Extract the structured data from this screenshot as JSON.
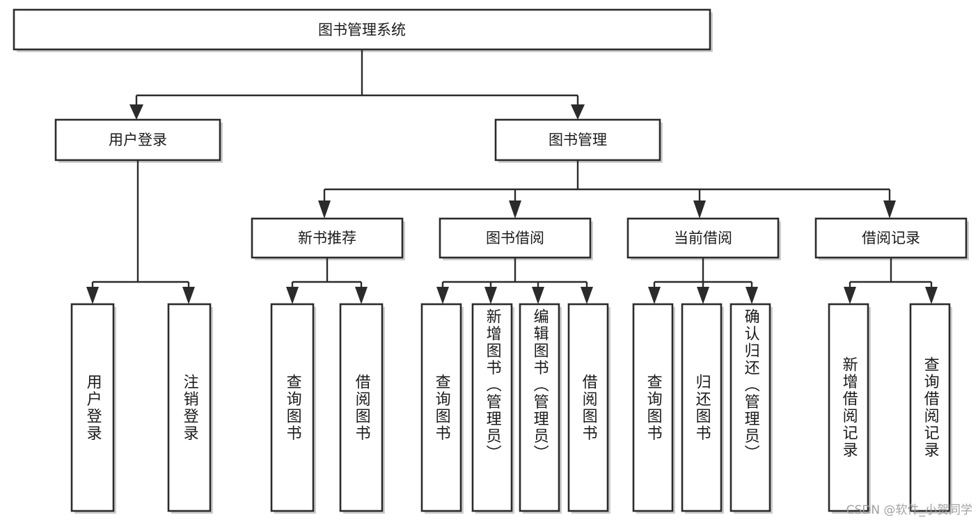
{
  "diagram": {
    "type": "tree-hierarchy",
    "title": "图书管理系统",
    "watermark": "CSDN @软件_小贺同学",
    "colors": {
      "box_stroke": "#2b2b2b",
      "box_fill": "#ffffff",
      "connector": "#2b2b2b",
      "background": "#ffffff",
      "watermark_text": "#9a9a9a"
    },
    "root": {
      "label": "图书管理系统"
    },
    "level1": [
      {
        "id": "user-login",
        "label": "用户登录"
      },
      {
        "id": "book-management",
        "label": "图书管理"
      }
    ],
    "level2": [
      {
        "id": "new-book-recommend",
        "label": "新书推荐",
        "parent": "book-management"
      },
      {
        "id": "book-borrow",
        "label": "图书借阅",
        "parent": "book-management"
      },
      {
        "id": "current-borrow",
        "label": "当前借阅",
        "parent": "book-management"
      },
      {
        "id": "borrow-record",
        "label": "借阅记录",
        "parent": "book-management"
      }
    ],
    "leaves": [
      {
        "id": "leaf-user-login",
        "label": "用户登录",
        "parent": "user-login"
      },
      {
        "id": "leaf-logout-login",
        "label": "注销登录",
        "parent": "user-login"
      },
      {
        "id": "leaf-query-book-1",
        "label": "查询图书",
        "parent": "new-book-recommend"
      },
      {
        "id": "leaf-borrow-book-1",
        "label": "借阅图书",
        "parent": "new-book-recommend"
      },
      {
        "id": "leaf-query-book-2",
        "label": "查询图书",
        "parent": "book-borrow"
      },
      {
        "id": "leaf-add-book",
        "label": "新增图书（管理员）",
        "parent": "book-borrow"
      },
      {
        "id": "leaf-edit-book",
        "label": "编辑图书（管理员）",
        "parent": "book-borrow"
      },
      {
        "id": "leaf-borrow-book-2",
        "label": "借阅图书",
        "parent": "book-borrow"
      },
      {
        "id": "leaf-query-book-3",
        "label": "查询图书",
        "parent": "current-borrow"
      },
      {
        "id": "leaf-return-book",
        "label": "归还图书",
        "parent": "current-borrow"
      },
      {
        "id": "leaf-confirm-return",
        "label": "确认归还（管理员）",
        "parent": "current-borrow"
      },
      {
        "id": "leaf-add-record",
        "label": "新增借阅记录",
        "parent": "borrow-record"
      },
      {
        "id": "leaf-query-record",
        "label": "查询借阅记录",
        "parent": "borrow-record"
      }
    ]
  }
}
